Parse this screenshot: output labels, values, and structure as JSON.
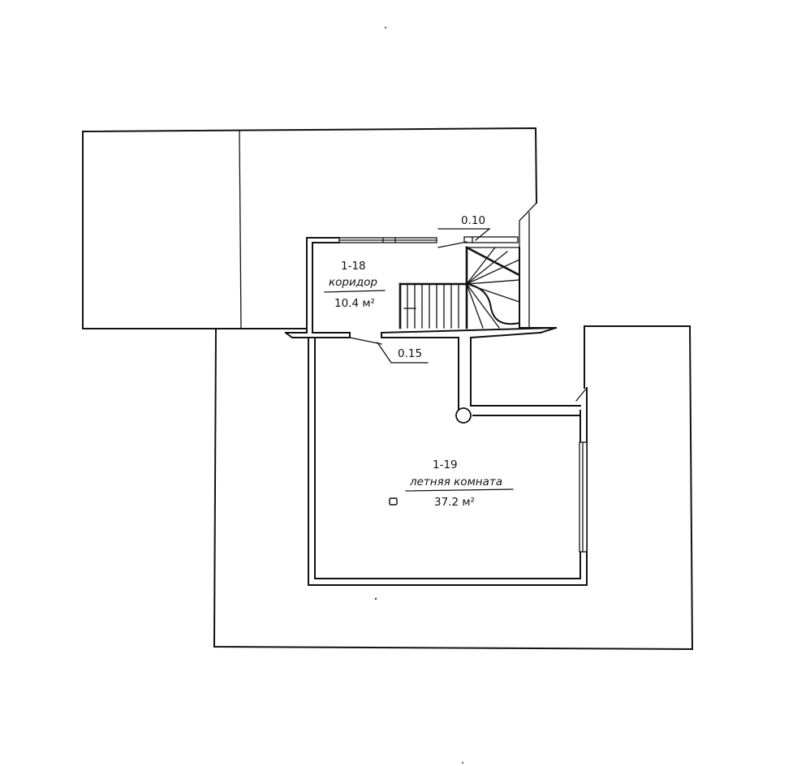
{
  "rooms": [
    {
      "number": "1-18",
      "name": "коридор",
      "area": "10.4 м²"
    },
    {
      "number": "1-19",
      "name": "летняя комната",
      "area": "37.2 м²"
    }
  ],
  "dimensions": {
    "top_marker": "0.10",
    "bottom_marker": "0.15"
  }
}
